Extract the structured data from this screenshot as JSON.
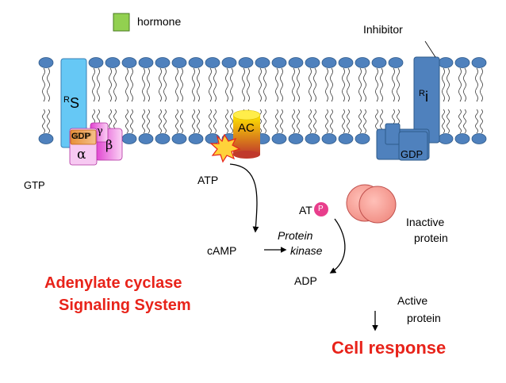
{
  "legend": {
    "hormone_label": "hormone",
    "hormone_color": "#92d050"
  },
  "inhibitor": {
    "label": "Inhibitor"
  },
  "receptors": {
    "rs_label": "R",
    "rs_sub": "S",
    "rs_color": "#66c8f5",
    "ri_label": "R",
    "ri_sub": "i",
    "ri_color": "#4f81bd"
  },
  "g_protein": {
    "gdp_label": "GDP",
    "gtp_label": "GTP",
    "alpha_label": "α",
    "gamma_label": "γ",
    "beta_label": "β",
    "right_gdp_label": "GDP"
  },
  "free_gtp_label": "GTP",
  "ac": {
    "label": "AC"
  },
  "reaction": {
    "atp_label": "ATP",
    "camp_label": "cAMP",
    "protein_kinase_label_1": "Protein",
    "protein_kinase_label_2": "kinase",
    "atp_p_prefix": "AT",
    "p_label": "P",
    "adp_label": "ADP"
  },
  "inactive_protein": {
    "line1": "Inactive",
    "line2": "protein"
  },
  "active_protein": {
    "line1": "Active",
    "line2": "protein"
  },
  "title": {
    "line1": "Adenylate cyclase",
    "line2": "Signaling System"
  },
  "cell_response": "Cell response"
}
